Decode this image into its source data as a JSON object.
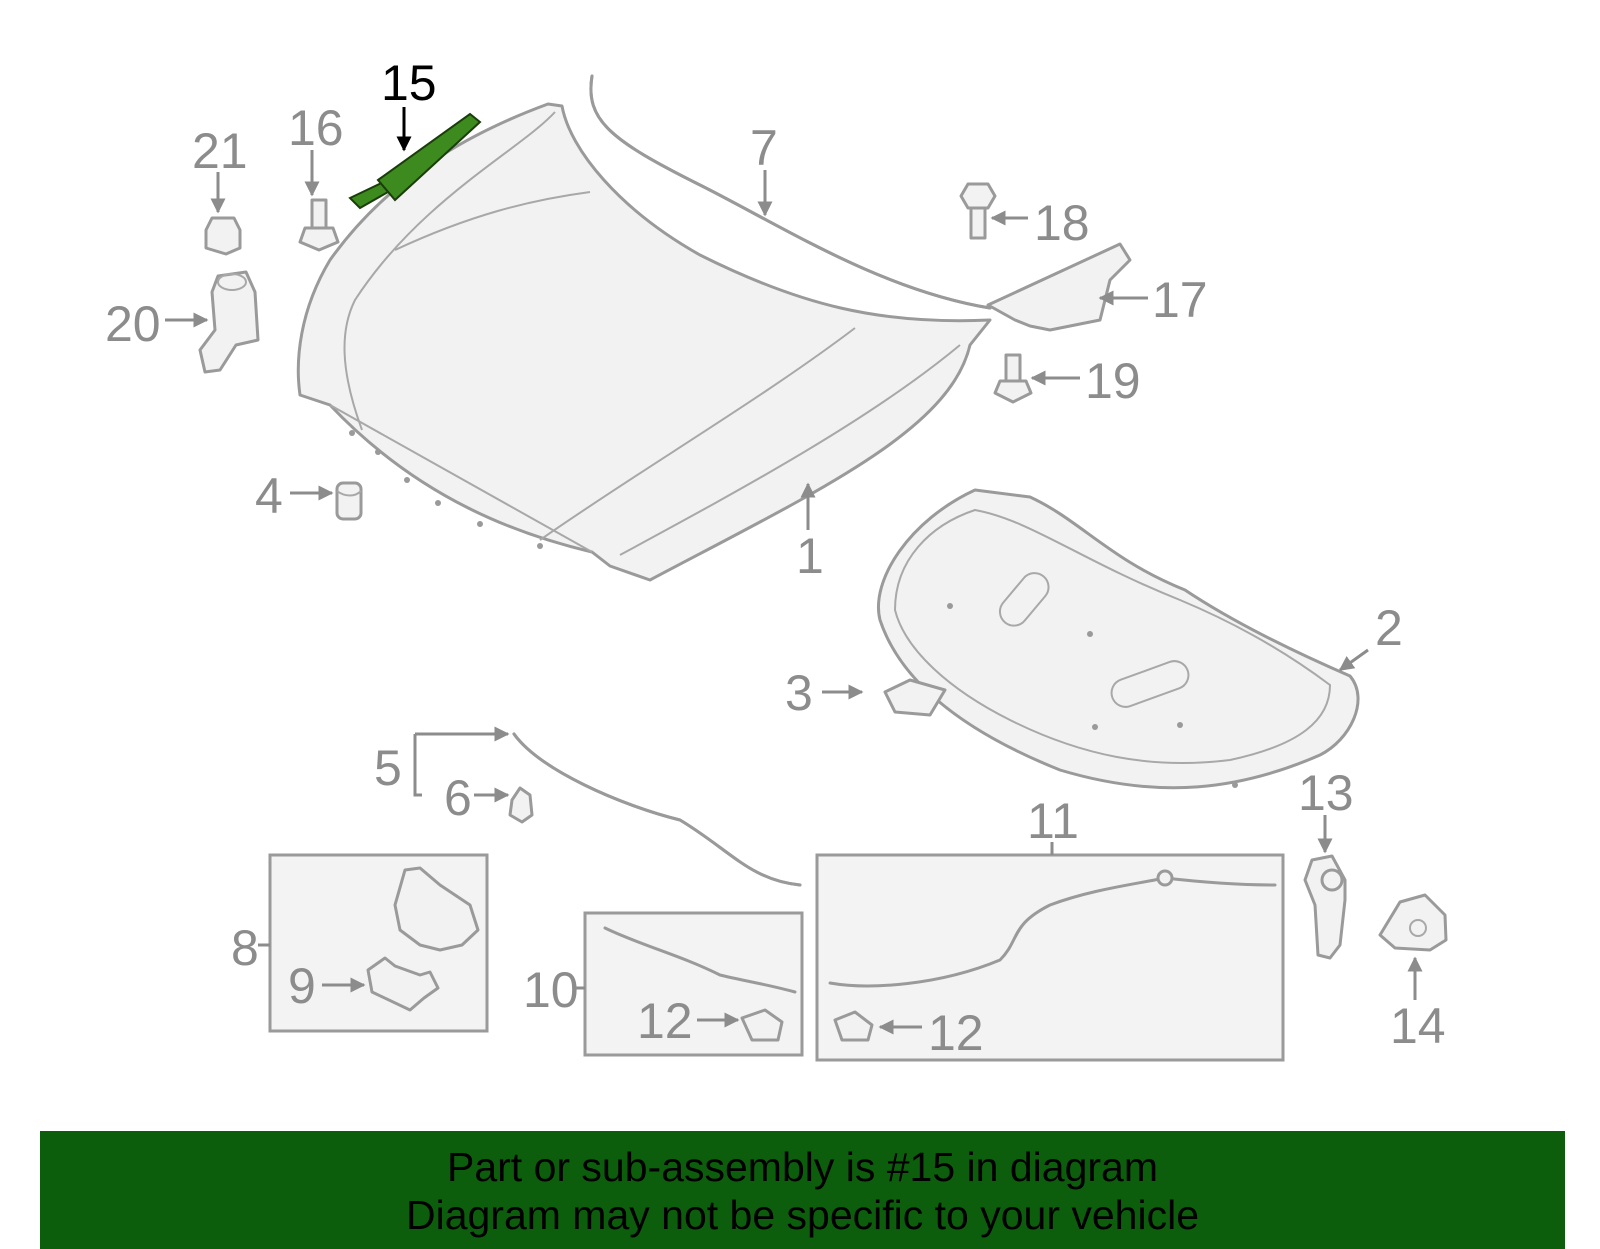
{
  "diagram": {
    "highlighted_part": "15",
    "highlight_color": "#3d8a1f",
    "labels": {
      "p1": "1",
      "p2": "2",
      "p3": "3",
      "p4": "4",
      "p5": "5",
      "p6": "6",
      "p7": "7",
      "p8": "8",
      "p9": "9",
      "p10": "10",
      "p11": "11",
      "p12a": "12",
      "p12b": "12",
      "p13": "13",
      "p14": "14",
      "p15": "15",
      "p16": "16",
      "p17": "17",
      "p18": "18",
      "p19": "19",
      "p20": "20",
      "p21": "21"
    }
  },
  "banner": {
    "line1": "Part or sub-assembly is #15 in diagram",
    "line2": "Diagram may not be specific to your vehicle",
    "background": "#0c5e0c"
  }
}
